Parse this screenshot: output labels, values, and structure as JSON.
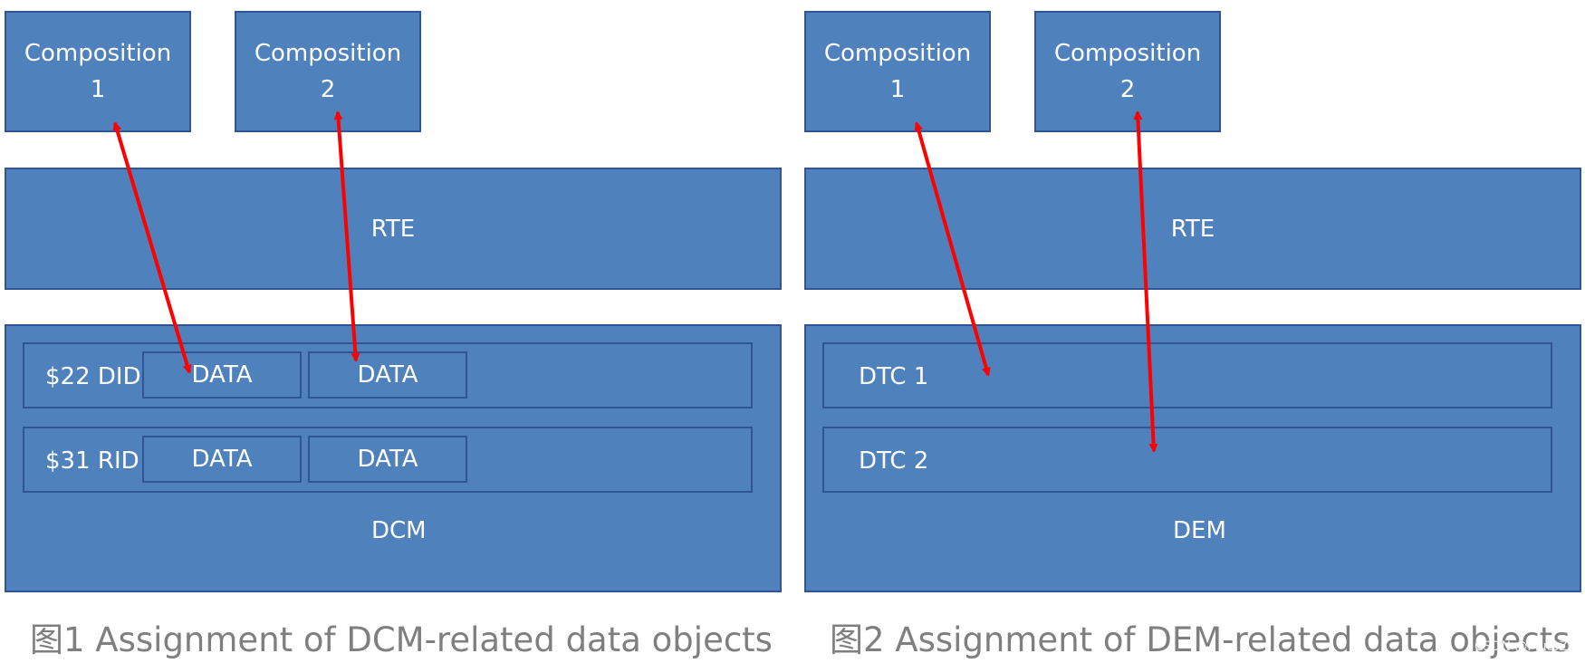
{
  "figure1": {
    "composition1": "Composition\n1",
    "composition2": "Composition\n2",
    "rte": "RTE",
    "row1_label": "$22 DID",
    "row2_label": "$31 RID",
    "data_label": "DATA",
    "module": "DCM",
    "caption": "图1 Assignment of DCM-related data objects"
  },
  "figure2": {
    "composition1": "Composition\n1",
    "composition2": "Composition\n2",
    "rte": "RTE",
    "row1_label": "DTC 1",
    "row2_label": "DTC 2",
    "module": "DEM",
    "caption": "图2 Assignment of DEM-related data objects"
  },
  "watermark": "CSDN @PlutoZuo",
  "colors": {
    "box_fill": "#4f81bd",
    "box_border": "#2f5597",
    "arrow": "#ff0000",
    "caption": "#7f7f7f"
  }
}
